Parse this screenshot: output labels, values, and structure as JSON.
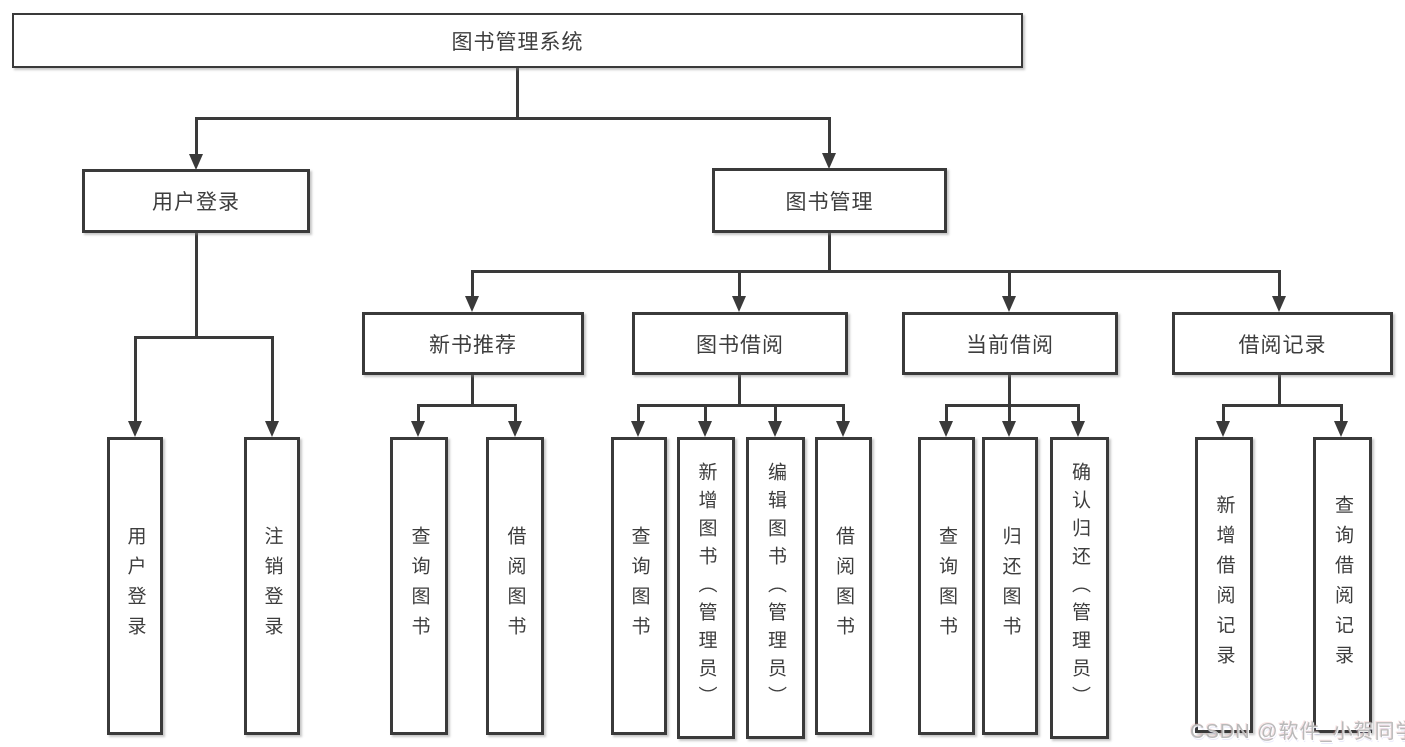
{
  "diagram": {
    "title": "图书管理系统",
    "root": {
      "label": "图书管理系统"
    },
    "level1": {
      "user_login": {
        "label": "用户登录"
      },
      "book_management": {
        "label": "图书管理"
      }
    },
    "level2": {
      "new_book_recommend": {
        "label": "新书推荐"
      },
      "book_borrow": {
        "label": "图书借阅"
      },
      "current_borrow": {
        "label": "当前借阅"
      },
      "borrow_records": {
        "label": "借阅记录"
      }
    },
    "leaves": {
      "user_login": [
        "用户登录",
        "注销登录"
      ],
      "new_book_recommend": [
        "查询图书",
        "借阅图书"
      ],
      "book_borrow": [
        "查询图书",
        "新增图书（管理员）",
        "编辑图书（管理员）",
        "借阅图书"
      ],
      "current_borrow": [
        "查询图书",
        "归还图书",
        "确认归还（管理员）"
      ],
      "borrow_records": [
        "新增借阅记录",
        "查询借阅记录"
      ]
    }
  },
  "watermark": {
    "text": "CSDN @软件_小贺同学"
  },
  "colors": {
    "line": "#3a3a3a",
    "text": "#3d3d3d",
    "watermark": "#b9b9b9",
    "background": "#ffffff"
  }
}
